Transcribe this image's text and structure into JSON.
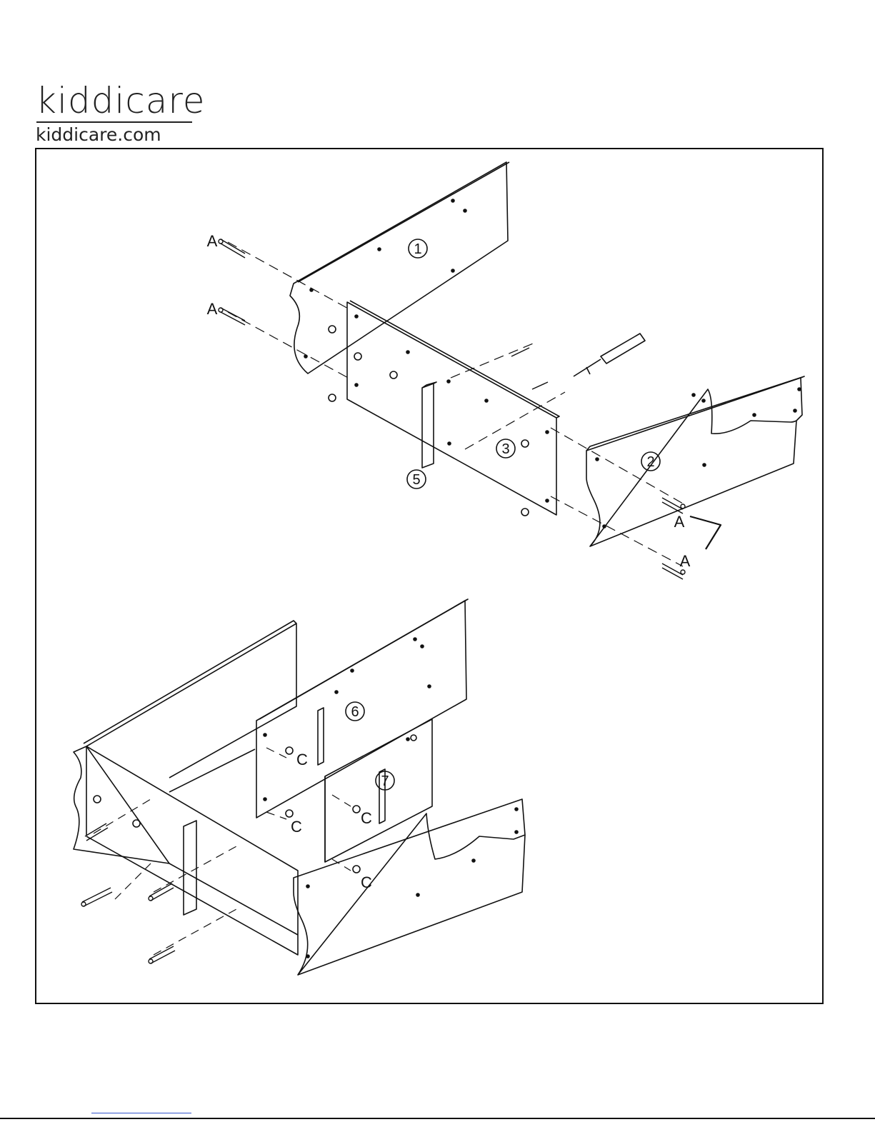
{
  "brand": {
    "name": "kiddicare",
    "url": "kiddicare.com"
  },
  "step_top": {
    "parts": [
      "1",
      "2",
      "3",
      "5"
    ],
    "hardware_a": [
      "A",
      "A",
      "A",
      "A"
    ]
  },
  "step_bottom": {
    "parts": [
      "6",
      "7"
    ],
    "hardware_c": [
      "C",
      "C",
      "C",
      "C"
    ]
  }
}
